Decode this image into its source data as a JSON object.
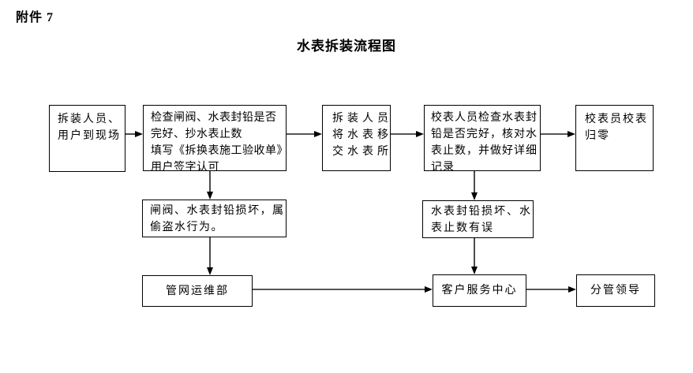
{
  "page": {
    "attachment_label": "附件 7",
    "title": "水表拆装流程图"
  },
  "flowchart": {
    "boxes": [
      {
        "name": "crew-and-user-onsite",
        "lines": [
          "拆装人员、",
          "用户到现场"
        ]
      },
      {
        "name": "check-valve-seal-record",
        "lines": [
          "检查闸阀、水表封铅是否",
          "完好、抄水表止数",
          "填写《拆换表施工验收单》",
          "用户签字认可"
        ]
      },
      {
        "name": "transfer-meter-to-office",
        "lines": [
          "拆装人员",
          "将水表移",
          "交水表所"
        ]
      },
      {
        "name": "calibrator-check-seal",
        "lines": [
          "校表人员检查水表封",
          "铅是否完好，核对水",
          "表止数，并做好详细",
          "记录"
        ]
      },
      {
        "name": "calibrate-reset-zero",
        "lines": [
          "校表员校表",
          "归零"
        ]
      },
      {
        "name": "seal-damaged-theft",
        "lines": [
          "闸阀、水表封铅损坏，属",
          "偷盗水行为。"
        ]
      },
      {
        "name": "seal-damaged-reading-error",
        "lines": [
          "水表封铅损坏、水",
          "表止数有误"
        ]
      },
      {
        "name": "pipeline-ops-dept",
        "lines": [
          "管网运维部"
        ]
      },
      {
        "name": "customer-service-center",
        "lines": [
          "客户服务中心"
        ]
      },
      {
        "name": "leader-in-charge",
        "lines": [
          "分管领导"
        ]
      }
    ]
  },
  "colors": {
    "background": "#ffffff",
    "line": "#000000",
    "text": "#000000"
  }
}
